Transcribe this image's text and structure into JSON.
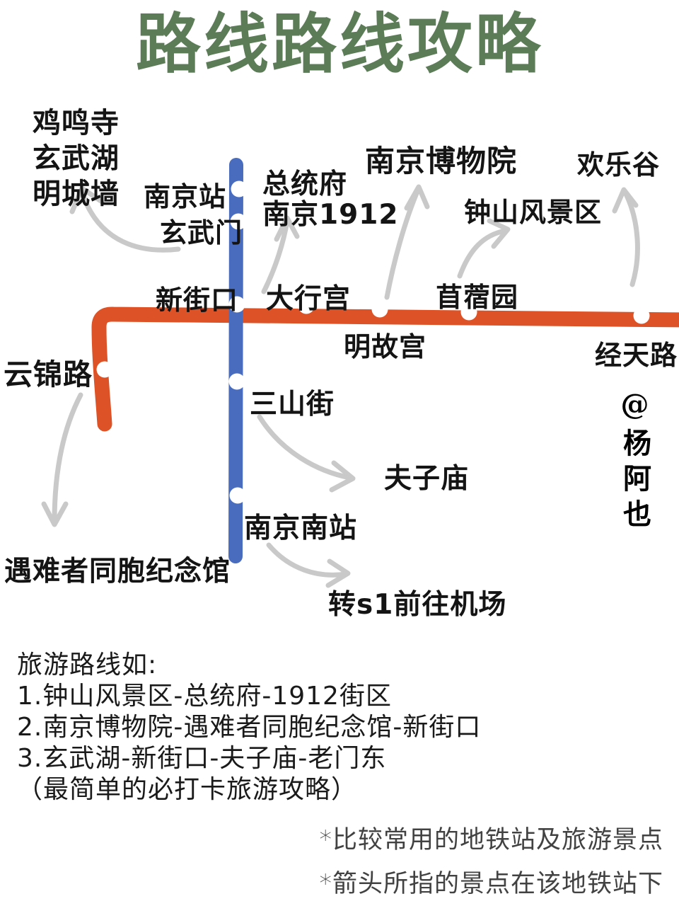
{
  "title": "路线路线攻略",
  "credit": "@杨阿也",
  "colors": {
    "title_green": "#5c7c58",
    "line_orange": "#dd5226",
    "line_blue": "#4a6cbe",
    "arrow_gray": "#c9c9c9",
    "station_dot": "#ffffff",
    "text_black": "#141414",
    "footnote_gray": "#424242"
  },
  "map": {
    "attractions": {
      "jiming_si": "鸡鸣寺",
      "xuanwu_lake": "玄武湖",
      "ming_wall": "明城墙",
      "presidential_palace": "总统府",
      "nanjing_1912": "南京1912",
      "nanjing_museum": "南京博物院",
      "happy_valley": "欢乐谷",
      "zhongshan_scenic": "钟山风景区",
      "confucius_temple": "夫子庙",
      "memorial_hall": "遇难者同胞纪念馆",
      "airport_transfer": "转s1前往机场"
    },
    "stations": {
      "nanjing_station": "南京站",
      "xuanwumen": "玄武门",
      "xinjiekou": "新街口",
      "daxinggong": "大行宫",
      "minggugong": "明故宫",
      "muxuyuan": "苜蓿园",
      "jingtianlu": "经天路",
      "yunjinlu": "云锦路",
      "sanshanjie": "三山街",
      "nanjing_south": "南京南站"
    }
  },
  "notes": {
    "heading": "旅游路线如:",
    "route1": "1.钟山风景区-总统府-1912街区",
    "route2": "2.南京博物院-遇难者同胞纪念馆-新街口",
    "route3": "3.玄武湖-新街口-夫子庙-老门东",
    "remark": "（最简单的必打卡旅游攻略）"
  },
  "footnotes": {
    "line1": "*比较常用的地铁站及旅游景点",
    "line2": "*箭头所指的景点在该地铁站下"
  }
}
